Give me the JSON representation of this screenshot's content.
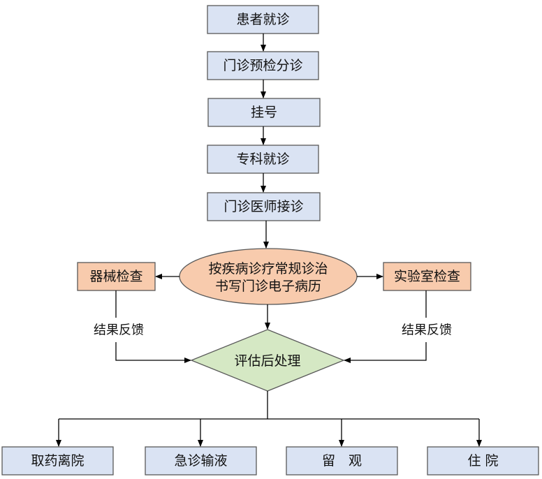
{
  "colors": {
    "blue_box": "#dae3f3",
    "orange_box": "#f8cbad",
    "green_diamond": "#d5e8c4",
    "border": "#595959",
    "line": "#000000"
  },
  "nodes": {
    "visit": "患者就诊",
    "triage": "门诊预检分诊",
    "register": "挂号",
    "specialty": "专科就诊",
    "doctor": "门诊医师接诊",
    "treatment_line1": "按疾病诊疗常规诊治",
    "treatment_line2": "书写门诊电子病历",
    "instrument_exam": "器械检查",
    "lab_exam": "实验室检查",
    "assess": "评估后处理",
    "outcome_medicine": "取药离院",
    "outcome_infusion": "急诊输液",
    "outcome_observe": "留　观",
    "outcome_admit": "住 院"
  },
  "labels": {
    "feedback_left": "结果反馈",
    "feedback_right": "结果反馈"
  }
}
